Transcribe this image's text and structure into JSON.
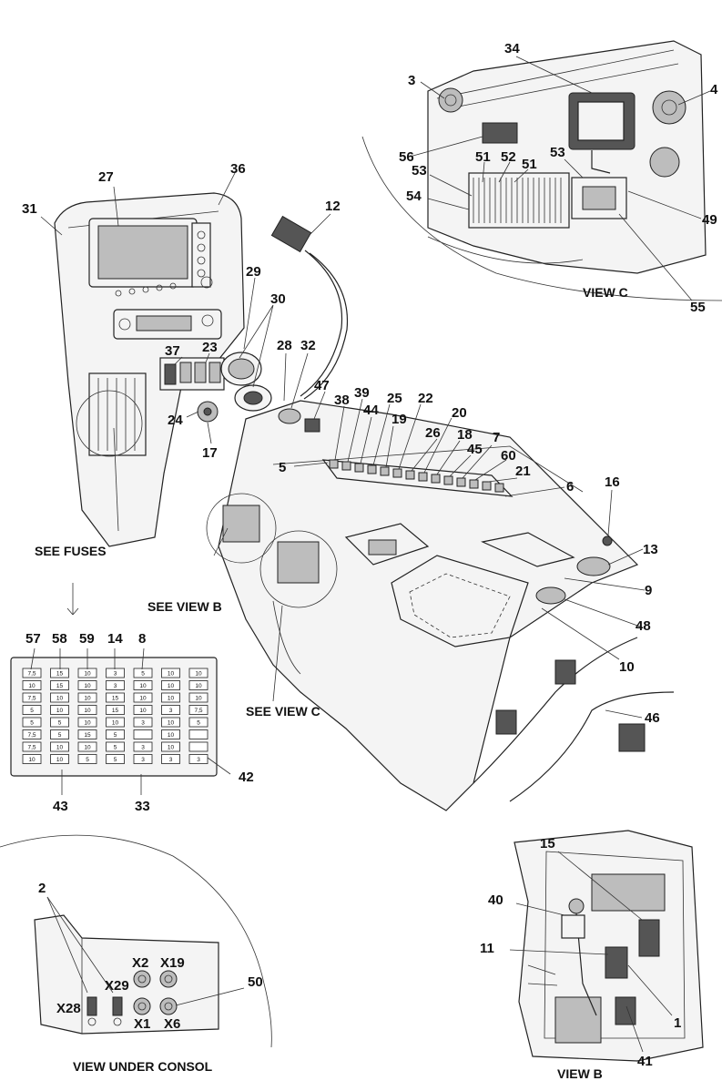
{
  "views": {
    "view_c": "VIEW C",
    "view_b": "VIEW B",
    "view_under": "VIEW UNDER CONSOL",
    "see_fuses": "SEE FUSES",
    "see_view_b": "SEE VIEW B",
    "see_view_c": "SEE VIEW C"
  },
  "callouts": {
    "c1": "1",
    "c2": "2",
    "c3": "3",
    "c4": "4",
    "c5": "5",
    "c6": "6",
    "c7": "7",
    "c8": "8",
    "c9": "9",
    "c10": "10",
    "c11": "11",
    "c12": "12",
    "c13": "13",
    "c14": "14",
    "c15": "15",
    "c16": "16",
    "c17": "17",
    "c18": "18",
    "c19": "19",
    "c20": "20",
    "c21": "21",
    "c22": "22",
    "c23": "23",
    "c24": "24",
    "c25": "25",
    "c26": "26",
    "c27": "27",
    "c28": "28",
    "c29": "29",
    "c30": "30",
    "c31": "31",
    "c32": "32",
    "c33": "33",
    "c34": "34",
    "c36": "36",
    "c37": "37",
    "c38": "38",
    "c39": "39",
    "c40": "40",
    "c41": "41",
    "c42": "42",
    "c43": "43",
    "c44": "44",
    "c45": "45",
    "c46": "46",
    "c47": "47",
    "c48": "48",
    "c49": "49",
    "c50": "50",
    "c51a": "51",
    "c51b": "51",
    "c52": "52",
    "c53a": "53",
    "c53b": "53",
    "c54": "54",
    "c55": "55",
    "c56": "56",
    "c57": "57",
    "c58": "58",
    "c59": "59",
    "c60": "60"
  },
  "connectors": {
    "x1": "X1",
    "x2": "X2",
    "x6": "X6",
    "x19": "X19",
    "x28": "X28",
    "x29": "X29"
  },
  "fuse_columns": [
    [
      "7,5",
      "10",
      "7,5",
      "5",
      "5",
      "7,5",
      "7,5",
      "10"
    ],
    [
      "15",
      "15",
      "10",
      "10",
      "5",
      "5",
      "10",
      "10"
    ],
    [
      "10",
      "10",
      "10",
      "10",
      "10",
      "15",
      "10",
      "5"
    ],
    [
      "3",
      "3",
      "15",
      "15",
      "10",
      "5",
      "5",
      "5"
    ],
    [
      "5",
      "10",
      "10",
      "10",
      "3",
      "",
      "3",
      "3"
    ],
    [
      "10",
      "10",
      "10",
      "3",
      "10",
      "10",
      "10",
      "3"
    ],
    [
      "10",
      "10",
      "10",
      "7,5",
      "5",
      "",
      "",
      "3"
    ]
  ]
}
